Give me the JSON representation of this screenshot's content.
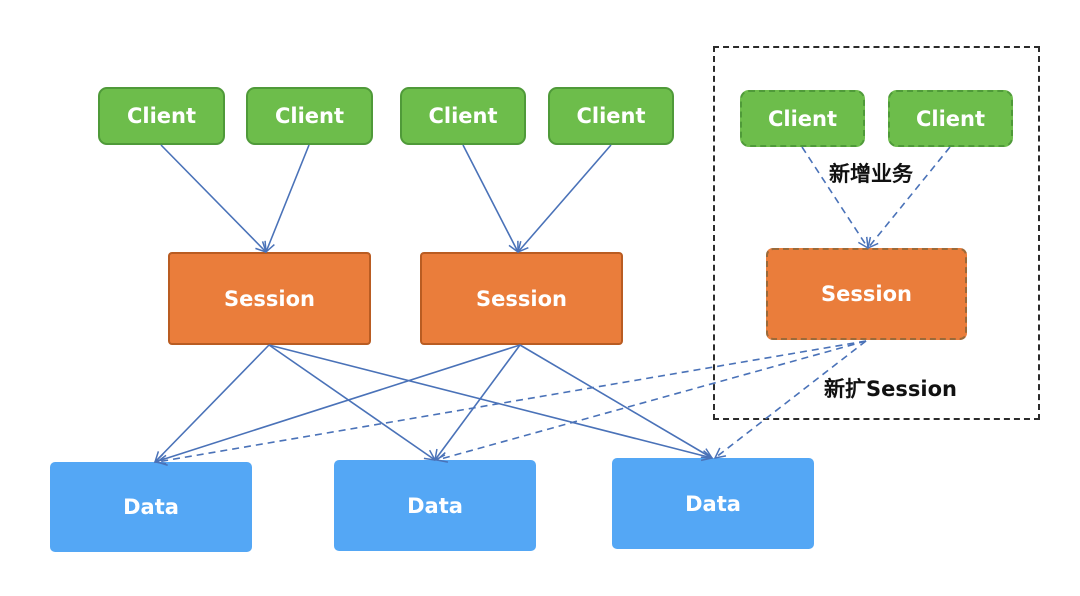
{
  "diagram": {
    "labels": {
      "client": "Client",
      "session": "Session",
      "data": "Data"
    },
    "annotations": {
      "new_business": "新增业务",
      "new_session": "新扩Session"
    },
    "colors": {
      "client_fill": "#6dbd4b",
      "session_fill": "#ea7d3b",
      "data_fill": "#54a7f5",
      "edge": "#4a72b8"
    },
    "nodes": [
      {
        "id": "client-1",
        "kind": "client"
      },
      {
        "id": "client-2",
        "kind": "client"
      },
      {
        "id": "client-3",
        "kind": "client"
      },
      {
        "id": "client-4",
        "kind": "client"
      },
      {
        "id": "client-5",
        "kind": "client",
        "style": "dashed"
      },
      {
        "id": "client-6",
        "kind": "client",
        "style": "dashed"
      },
      {
        "id": "session-1",
        "kind": "session"
      },
      {
        "id": "session-2",
        "kind": "session"
      },
      {
        "id": "session-3",
        "kind": "session",
        "style": "dashed"
      },
      {
        "id": "data-1",
        "kind": "data"
      },
      {
        "id": "data-2",
        "kind": "data"
      },
      {
        "id": "data-3",
        "kind": "data"
      }
    ],
    "edges": [
      {
        "from": "client-1",
        "to": "session-1",
        "style": "solid"
      },
      {
        "from": "client-2",
        "to": "session-1",
        "style": "solid"
      },
      {
        "from": "client-3",
        "to": "session-2",
        "style": "solid"
      },
      {
        "from": "client-4",
        "to": "session-2",
        "style": "solid"
      },
      {
        "from": "client-5",
        "to": "session-3",
        "style": "dashed"
      },
      {
        "from": "client-6",
        "to": "session-3",
        "style": "dashed"
      },
      {
        "from": "session-1",
        "to": "data-1",
        "style": "solid"
      },
      {
        "from": "session-1",
        "to": "data-2",
        "style": "solid"
      },
      {
        "from": "session-1",
        "to": "data-3",
        "style": "solid"
      },
      {
        "from": "session-2",
        "to": "data-1",
        "style": "solid"
      },
      {
        "from": "session-2",
        "to": "data-2",
        "style": "solid"
      },
      {
        "from": "session-2",
        "to": "data-3",
        "style": "solid"
      },
      {
        "from": "session-3",
        "to": "data-1",
        "style": "dashed"
      },
      {
        "from": "session-3",
        "to": "data-2",
        "style": "dashed"
      },
      {
        "from": "session-3",
        "to": "data-3",
        "style": "dashed"
      }
    ]
  }
}
